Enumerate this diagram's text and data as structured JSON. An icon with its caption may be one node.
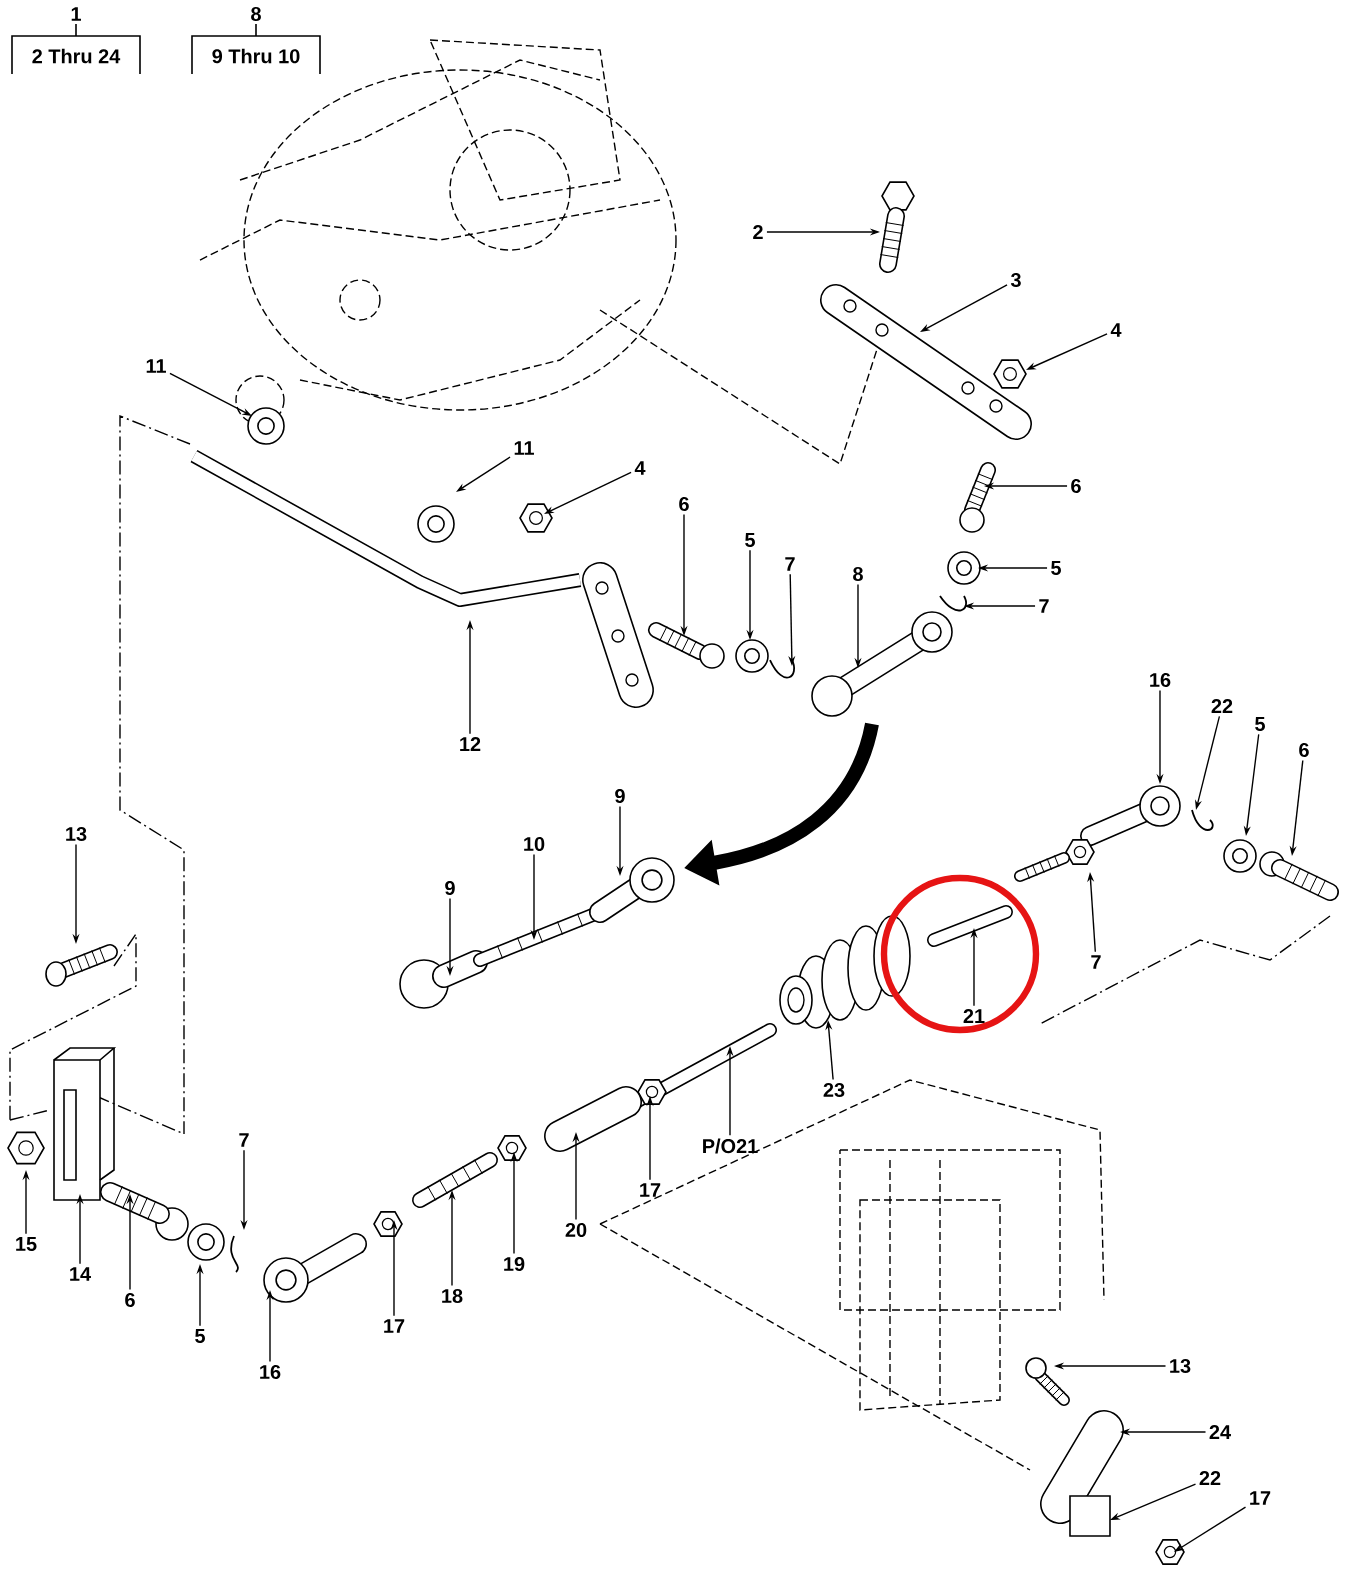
{
  "diagram": {
    "nodes": [
      {
        "text": [
          "1",
          "2 Thru 24"
        ]
      },
      {
        "text": [
          "8",
          "9 Thru 10"
        ]
      },
      {
        "text": [
          "11"
        ]
      },
      {
        "text": [
          "11"
        ]
      },
      {
        "text": [
          "4"
        ]
      },
      {
        "text": [
          "12"
        ]
      },
      {
        "text": [
          "2"
        ]
      },
      {
        "text": [
          "3"
        ]
      },
      {
        "text": [
          "4"
        ]
      },
      {
        "text": [
          "6"
        ]
      },
      {
        "text": [
          "5"
        ]
      },
      {
        "text": [
          "7"
        ]
      },
      {
        "text": [
          "6"
        ]
      },
      {
        "text": [
          "5"
        ]
      },
      {
        "text": [
          "7"
        ]
      },
      {
        "text": [
          "8"
        ]
      },
      {
        "text": [
          "16"
        ]
      },
      {
        "text": [
          "22"
        ]
      },
      {
        "text": [
          "5"
        ]
      },
      {
        "text": [
          "6"
        ]
      },
      {
        "text": [
          "9"
        ]
      },
      {
        "text": [
          "10"
        ]
      },
      {
        "text": [
          "9"
        ]
      },
      {
        "text": [
          "13"
        ]
      },
      {
        "text": [
          "21"
        ]
      },
      {
        "text": [
          "7"
        ]
      },
      {
        "text": [
          "23"
        ]
      },
      {
        "text": [
          "P/O21"
        ]
      },
      {
        "text": [
          "7"
        ]
      },
      {
        "text": [
          "20"
        ]
      },
      {
        "text": [
          "17"
        ]
      },
      {
        "text": [
          "19"
        ]
      },
      {
        "text": [
          "15"
        ]
      },
      {
        "text": [
          "14"
        ]
      },
      {
        "text": [
          "6"
        ]
      },
      {
        "text": [
          "18"
        ]
      },
      {
        "text": [
          "5"
        ]
      },
      {
        "text": [
          "17"
        ]
      },
      {
        "text": [
          "16"
        ]
      },
      {
        "text": [
          "13"
        ]
      },
      {
        "text": [
          "24"
        ]
      },
      {
        "text": [
          "22"
        ]
      },
      {
        "text": [
          "17"
        ]
      }
    ],
    "edges": [
      {
        "from": 2,
        "to": null,
        "arrow": "to"
      },
      {
        "from": 3,
        "to": null,
        "arrow": "to"
      },
      {
        "from": 4,
        "to": null,
        "arrow": "to"
      },
      {
        "from": 5,
        "to": null,
        "arrow": "to"
      },
      {
        "from": 6,
        "to": null,
        "arrow": "to"
      },
      {
        "from": 7,
        "to": null,
        "arrow": "to"
      },
      {
        "from": 8,
        "to": null,
        "arrow": "to"
      },
      {
        "from": 9,
        "to": null,
        "arrow": "to"
      },
      {
        "from": 10,
        "to": null,
        "arrow": "to"
      },
      {
        "from": 11,
        "to": null,
        "arrow": "to"
      },
      {
        "from": 12,
        "to": null,
        "arrow": "to"
      },
      {
        "from": 13,
        "to": null,
        "arrow": "to"
      },
      {
        "from": 14,
        "to": null,
        "arrow": "to"
      },
      {
        "from": 15,
        "to": null,
        "arrow": "to"
      },
      {
        "from": 16,
        "to": null,
        "arrow": "to"
      },
      {
        "from": 17,
        "to": null,
        "arrow": "to"
      },
      {
        "from": 18,
        "to": null,
        "arrow": "to"
      },
      {
        "from": 19,
        "to": null,
        "arrow": "to"
      },
      {
        "from": 20,
        "to": null,
        "arrow": "to"
      },
      {
        "from": 21,
        "to": null,
        "arrow": "to"
      },
      {
        "from": 22,
        "to": null,
        "arrow": "to"
      },
      {
        "from": 23,
        "to": null,
        "arrow": "to"
      },
      {
        "from": 24,
        "to": null,
        "arrow": "to"
      },
      {
        "from": 25,
        "to": null,
        "arrow": "to"
      },
      {
        "from": 26,
        "to": null,
        "arrow": "to"
      },
      {
        "from": 27,
        "to": null,
        "arrow": "to"
      },
      {
        "from": 28,
        "to": null,
        "arrow": "to"
      },
      {
        "from": 29,
        "to": null,
        "arrow": "to"
      },
      {
        "from": 30,
        "to": null,
        "arrow": "to"
      },
      {
        "from": 31,
        "to": null,
        "arrow": "to"
      },
      {
        "from": 32,
        "to": null,
        "arrow": "to"
      },
      {
        "from": 33,
        "to": null,
        "arrow": "to"
      },
      {
        "from": 34,
        "to": null,
        "arrow": "to"
      },
      {
        "from": 35,
        "to": null,
        "arrow": "to"
      },
      {
        "from": 36,
        "to": null,
        "arrow": "to"
      },
      {
        "from": 37,
        "to": null,
        "arrow": "to"
      },
      {
        "from": 38,
        "to": null,
        "arrow": "to"
      },
      {
        "from": 39,
        "to": null,
        "arrow": "to"
      },
      {
        "from": 40,
        "to": null,
        "arrow": "to"
      },
      {
        "from": 41,
        "to": null,
        "arrow": "to"
      },
      {
        "from": 42,
        "to": null,
        "arrow": "to"
      }
    ]
  }
}
